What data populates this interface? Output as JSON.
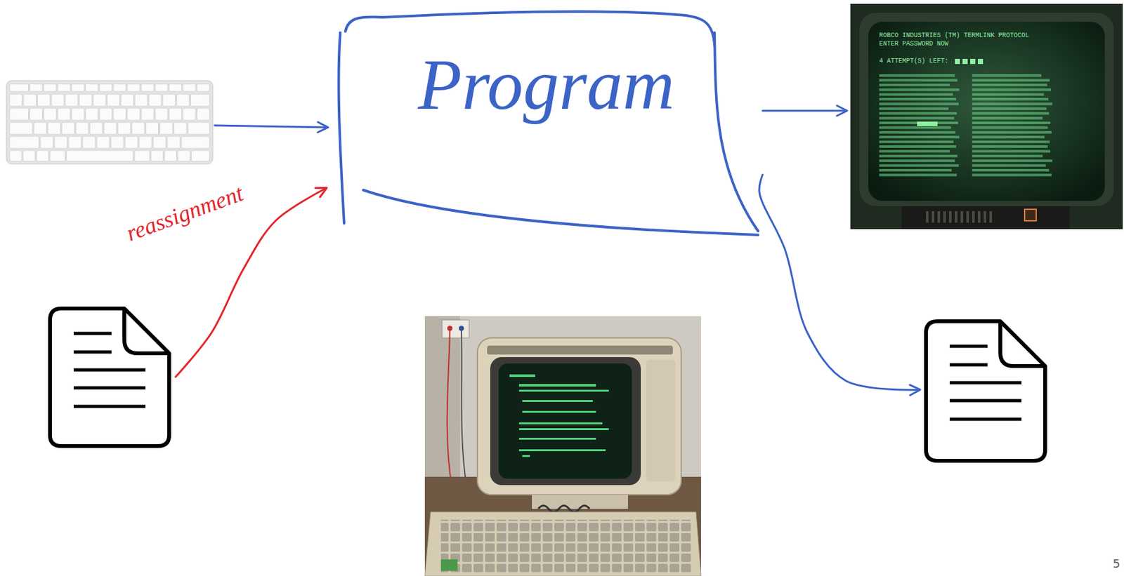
{
  "diagram": {
    "nodes": [
      {
        "text": []
      },
      {
        "text": [
          "Program"
        ]
      },
      {
        "text": [
          "ROBCO INDUSTRIES (TM) TERMLINK PROTOCOL",
          "ENTER PASSWORD NOW",
          "4 ATTEMPT(S) LEFT:"
        ]
      },
      {
        "text": []
      },
      {
        "text": []
      }
    ],
    "edges": [
      {
        "from": 0,
        "to": 1,
        "arrow": "to"
      },
      {
        "from": 3,
        "to": 1,
        "arrow": "to",
        "label": "reassignment"
      },
      {
        "from": 1,
        "to": 2,
        "arrow": "to"
      },
      {
        "from": 1,
        "to": 4,
        "arrow": "to"
      }
    ],
    "labels": [
      "5"
    ]
  }
}
